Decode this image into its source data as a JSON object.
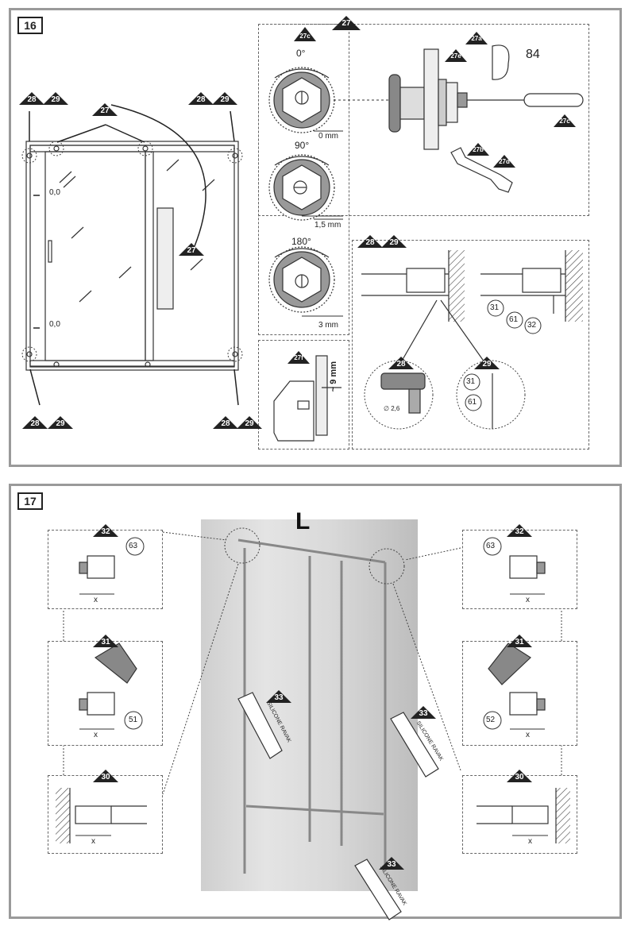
{
  "steps": {
    "s16": "16",
    "s17": "17"
  },
  "labels": {
    "t27": "27",
    "t27a": "27a",
    "t27b": "27b",
    "t27c": "27c",
    "t27d": "27d",
    "t27e": "27e",
    "t27f": "27f",
    "t28": "28",
    "t29": "29",
    "t30": "30",
    "t31": "31",
    "t32": "32",
    "t33": "33"
  },
  "values": {
    "zero_left": "0,0",
    "deg0": "0°",
    "deg90": "90°",
    "deg180": "180°",
    "mm0": "0 mm",
    "mm15": "1,5 mm",
    "mm3": "3 mm",
    "part84": "84",
    "approx9": "~ 9 mm",
    "drill": "∅ 2,6",
    "c31": "31",
    "c32": "32",
    "c61": "61",
    "c63": "63",
    "c51": "51",
    "c52": "52",
    "x": "x",
    "bigL": "L",
    "silicone": "SILICONE RAVAK"
  }
}
